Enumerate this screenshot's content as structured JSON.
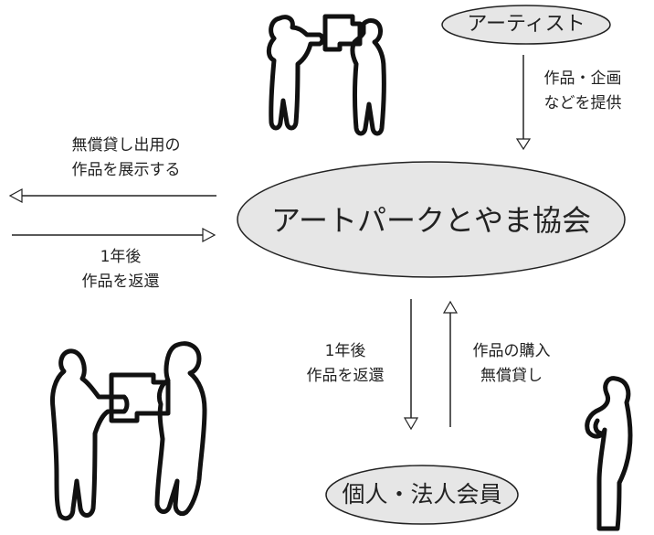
{
  "nodes": {
    "artist": "アーティスト",
    "association": "アートパークとやま協会",
    "members": "個人・法人会員"
  },
  "labels": {
    "artist_to_assoc": [
      "作品・企画",
      "などを提供"
    ],
    "lend_out": [
      "無償貸し出用の",
      "作品を展示する"
    ],
    "return_in": [
      "1年後",
      "作品を返還"
    ],
    "return_to_members": [
      "1年後",
      "作品を返還"
    ],
    "members_to_assoc": [
      "作品の購入",
      "無償貸し"
    ]
  },
  "colors": {
    "oval_fill": "#e6e6e6",
    "stroke": "#222222"
  }
}
